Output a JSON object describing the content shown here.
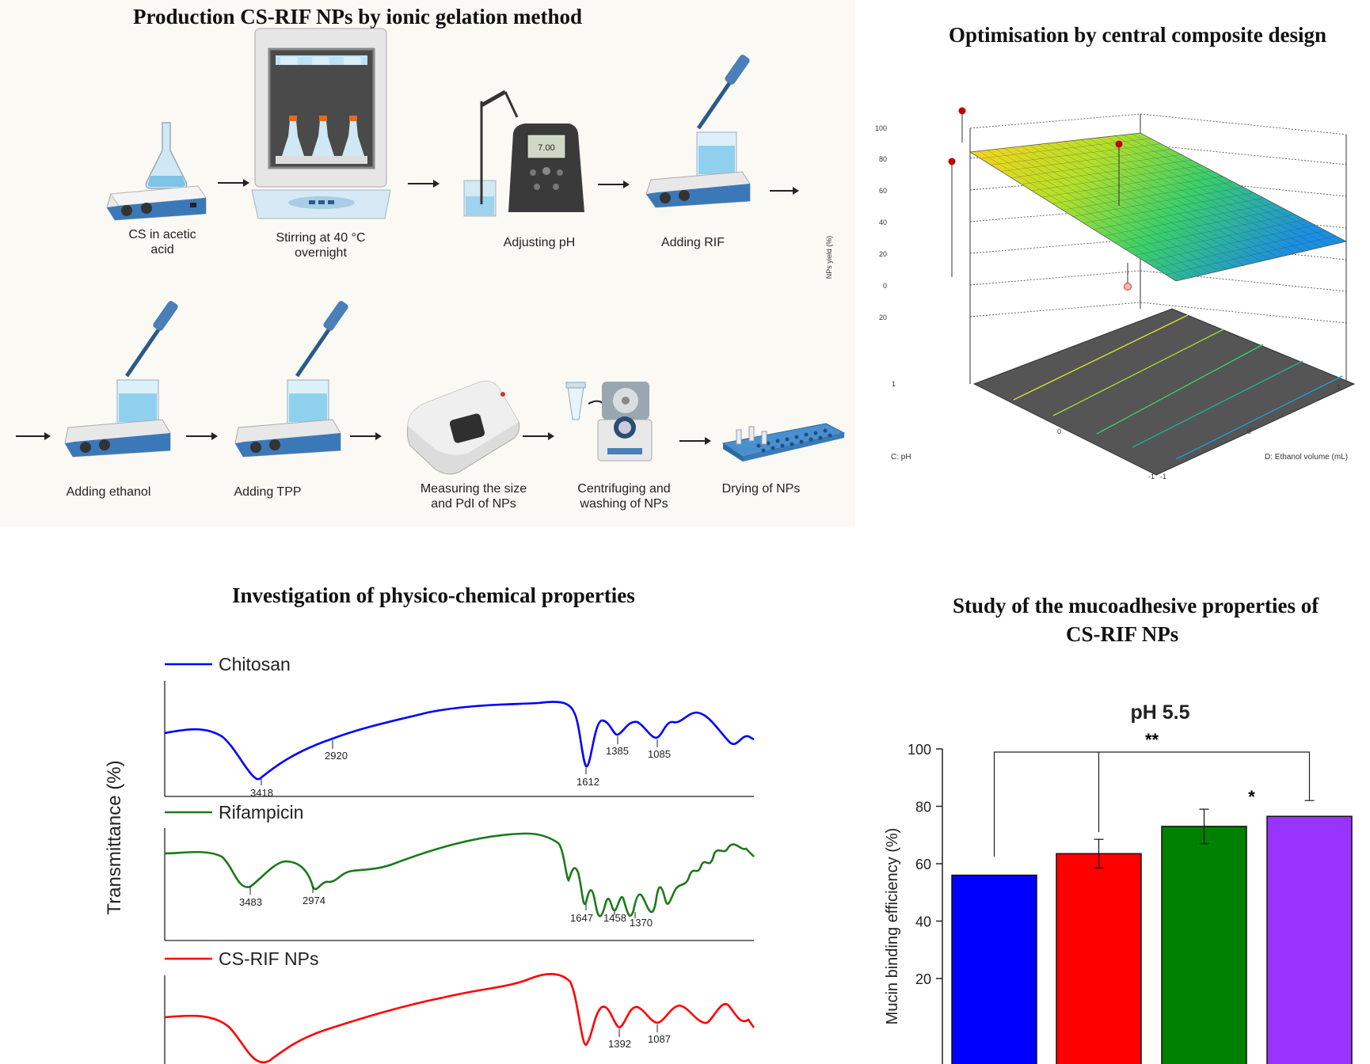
{
  "titles": {
    "production": "Production CS-RIF NPs by ionic gelation method",
    "optimisation": "Optimisation by central composite design",
    "physico": "Investigation of physico-chemical properties",
    "mucoadhesive_line1": "Study of the mucoadhesive properties of",
    "mucoadhesive_line2": "CS-RIF NPs"
  },
  "steps": {
    "s1_line1": "CS in acetic",
    "s1_line2": "acid",
    "s2_line1": "Stirring at  40 °C",
    "s2_line2": "overnight",
    "s3": "Adjusting pH",
    "s4": "Adding RIF",
    "s5": "Adding ethanol",
    "s6": "Adding TPP",
    "s7_line1": "Measuring the size",
    "s7_line2": "and PdI of NPs",
    "s8_line1": "Centrifuging and",
    "s8_line2": "washing of NPs",
    "s9": "Drying of NPs"
  },
  "ph_meter_display": "7.00",
  "surface_plot": {
    "zlabel": "NPs yield (%)",
    "xlabel": "C: pH",
    "ylabel": "D: Ethanol volume (mL)",
    "z_ticks": [
      "100",
      "80",
      "60",
      "40",
      "20",
      "0",
      "20"
    ],
    "axis_ticks": {
      "x_max": "1",
      "x_mid": "0",
      "x_min": "-1",
      "y_max": "1",
      "y_mid": "0",
      "y_min": "-1"
    }
  },
  "ftir": {
    "ylabel": "Transmittance (%)",
    "series": [
      {
        "name": "Chitosan",
        "color": "#0000ff",
        "peaks": [
          "3418",
          "2920",
          "1612",
          "1385",
          "1085"
        ]
      },
      {
        "name": "Rifampicin",
        "color": "#1a7a1a",
        "peaks": [
          "3483",
          "2974",
          "1647",
          "1458",
          "1370"
        ]
      },
      {
        "name": "CS-RIF NPs",
        "color": "#ff0000",
        "peaks": [
          "1392",
          "1087"
        ]
      }
    ]
  },
  "chart_data": {
    "type": "bar",
    "title": "pH 5.5",
    "ylabel": "Mucin binding efficiency (%)",
    "xlabel": "",
    "ylim": [
      0,
      100
    ],
    "yticks": [
      "100",
      "80",
      "60",
      "40",
      "20"
    ],
    "values": [
      56,
      63.5,
      73,
      76.5
    ],
    "errors": [
      0,
      5,
      6,
      0
    ],
    "colors": [
      "#0000ff",
      "#ff0000",
      "#008000",
      "#9933ff"
    ],
    "significance": {
      "long": "**",
      "short": "*"
    }
  }
}
